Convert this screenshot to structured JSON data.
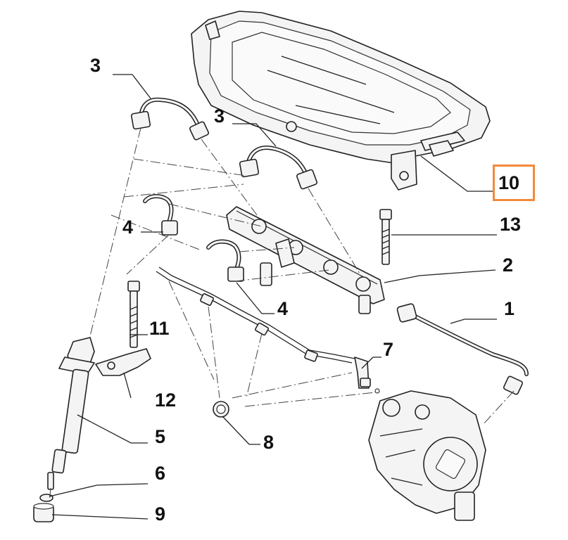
{
  "callouts": [
    {
      "id": "3a",
      "text": "3"
    },
    {
      "id": "3b",
      "text": "3"
    },
    {
      "id": "10",
      "text": "10",
      "highlighted": true
    },
    {
      "id": "13",
      "text": "13"
    },
    {
      "id": "4a",
      "text": "4"
    },
    {
      "id": "2",
      "text": "2"
    },
    {
      "id": "4b",
      "text": "4"
    },
    {
      "id": "1",
      "text": "1"
    },
    {
      "id": "11",
      "text": "11"
    },
    {
      "id": "7",
      "text": "7"
    },
    {
      "id": "12",
      "text": "12"
    },
    {
      "id": "5",
      "text": "5"
    },
    {
      "id": "8",
      "text": "8"
    },
    {
      "id": "6",
      "text": "6"
    },
    {
      "id": "9",
      "text": "9"
    }
  ],
  "colors": {
    "line": "#222222",
    "highlight_box": "#f28a3a",
    "background": "#ffffff"
  }
}
